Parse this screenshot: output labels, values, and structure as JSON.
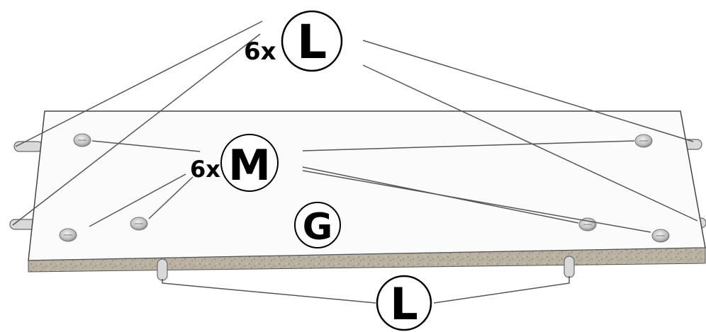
{
  "labels": {
    "top_quantity": "6x",
    "top_part": "L",
    "middle_quantity": "6x",
    "middle_part": "M",
    "panel_part": "G",
    "bottom_part": "L"
  },
  "colors": {
    "panel_top": "#fbfbfb",
    "panel_edge": "#bdb6a8",
    "line": "#555555",
    "ink": "#000000"
  }
}
